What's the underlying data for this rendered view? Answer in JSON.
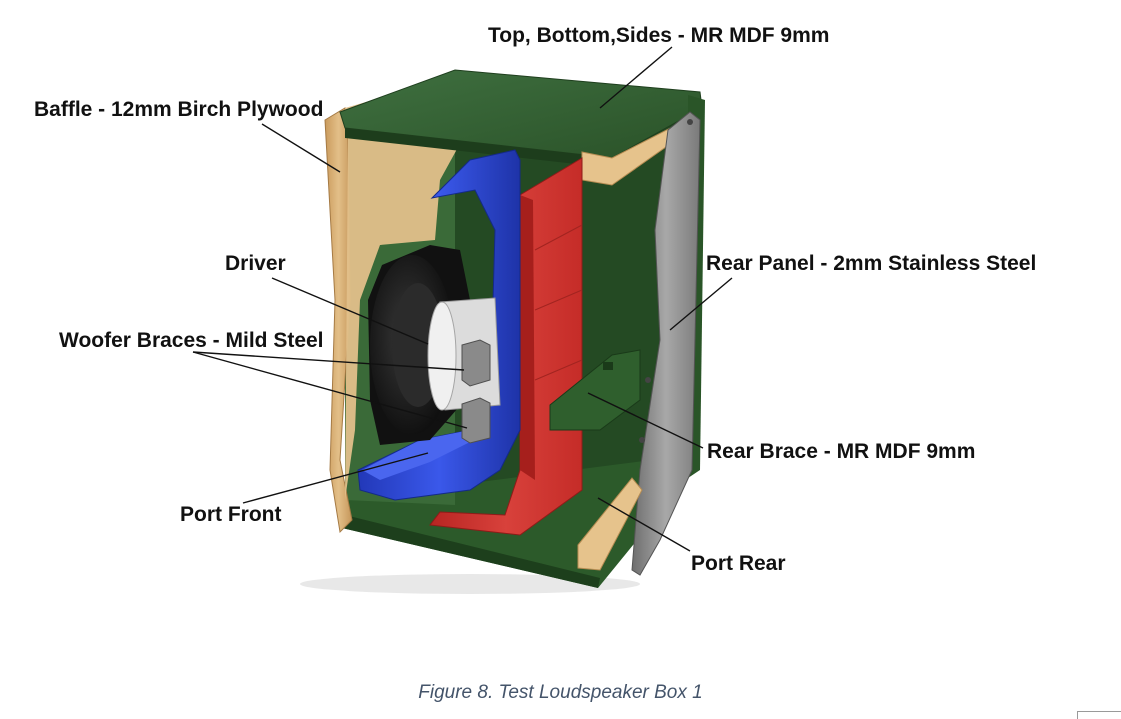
{
  "labels": {
    "top_bottom_sides": "Top, Bottom,Sides - MR MDF 9mm",
    "baffle": "Baffle - 12mm Birch Plywood",
    "driver": "Driver",
    "woofer_braces": "Woofer Braces - Mild Steel",
    "port_front": "Port Front",
    "rear_panel": "Rear Panel - 2mm Stainless Steel",
    "rear_brace": "Rear Brace - MR MDF 9mm",
    "port_rear": "Port Rear"
  },
  "caption": "Figure 8. Test Loudspeaker Box 1",
  "colors": {
    "mdf_green": "#2e5a2c",
    "baffle_wood": "#d8b078",
    "port_blue": "#2a45d6",
    "port_red": "#d3302c",
    "rear_steel": "#8f8f8f",
    "brace_wood": "#e2be86",
    "driver_black": "#1a1a1a",
    "caption_text": "#44546a"
  }
}
